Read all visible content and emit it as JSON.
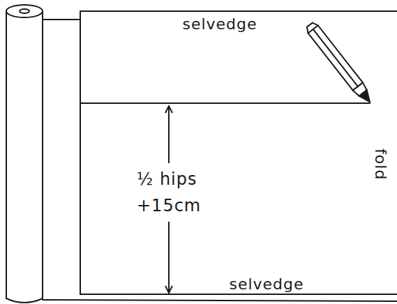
{
  "diagram": {
    "labels": [
      "selvedge",
      "½ hips +15cm",
      "fold",
      "selvedge"
    ]
  }
}
